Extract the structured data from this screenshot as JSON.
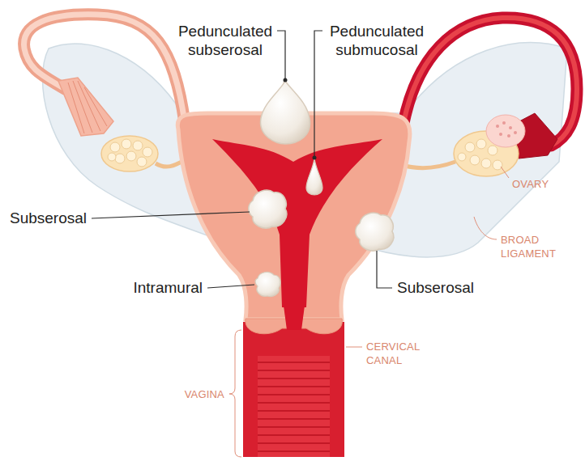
{
  "diagram": {
    "labels": [
      "Pedunculated subserosal",
      "Pedunculated submucosal",
      "Subserosal",
      "Intramural",
      "Subserosal",
      "OVARY",
      "BROAD LIGAMENT",
      "CERVICAL CANAL",
      "VAGINA"
    ]
  }
}
